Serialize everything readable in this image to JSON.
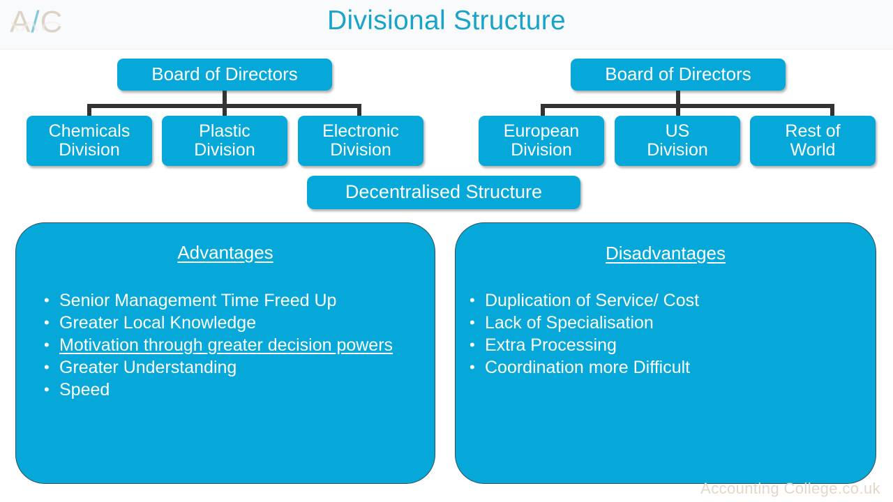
{
  "header": {
    "title": "Divisional Structure",
    "logo": {
      "left": "A",
      "slash": "/",
      "right": "C"
    }
  },
  "colors": {
    "accent": "#06a8da",
    "title": "#19a3ca",
    "connector": "#333333",
    "panel_border": "#2f4f5c",
    "watermark": "#e3d7c9",
    "header_band": "#f9fafb"
  },
  "org_charts": [
    {
      "id": "left",
      "root": "Board of Directors",
      "children": [
        "Chemicals Division",
        "Plastic Division",
        "Electronic Division"
      ],
      "children_lines": [
        [
          "Chemicals",
          "Division"
        ],
        [
          "Plastic",
          "Division"
        ],
        [
          "Electronic",
          "Division"
        ]
      ]
    },
    {
      "id": "right",
      "root": "Board of Directors",
      "children": [
        "European Division",
        "US Division",
        "Rest of World"
      ],
      "children_lines": [
        [
          "European",
          "Division"
        ],
        [
          "US",
          "Division"
        ],
        [
          "Rest of",
          "World"
        ]
      ]
    }
  ],
  "caption": {
    "label": "Decentralised Structure"
  },
  "panels": {
    "advantages": {
      "heading": "Advantages",
      "bullet_glyph": "•",
      "items": [
        {
          "text": "Senior Management Time Freed Up",
          "underline": false
        },
        {
          "text": "Greater Local Knowledge",
          "underline": false
        },
        {
          "text": "Motivation through greater decision powers",
          "underline": true
        },
        {
          "text": "Greater Understanding",
          "underline": false
        },
        {
          "text": "Speed",
          "underline": false
        }
      ]
    },
    "disadvantages": {
      "heading": "Disadvantages",
      "bullet_glyph": "•",
      "items": [
        {
          "text": "Duplication of Service/ Cost",
          "underline": false
        },
        {
          "text": "Lack of Specialisation",
          "underline": false
        },
        {
          "text": "Extra Processing",
          "underline": false
        },
        {
          "text": "Coordination more Difficult",
          "underline": false
        }
      ]
    }
  },
  "footer": {
    "watermark": "Accounting College.co.uk"
  }
}
